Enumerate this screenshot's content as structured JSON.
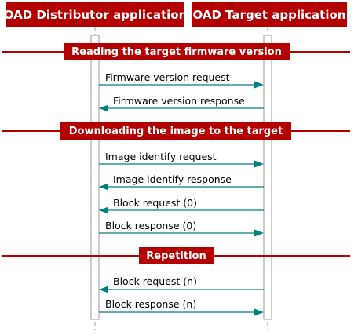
{
  "participants": [
    {
      "label": "OAD Distributor application"
    },
    {
      "label": "OAD Target application"
    }
  ],
  "groups": [
    {
      "title": "Reading the target firmware version",
      "messages": [
        {
          "text": "Firmware version request",
          "direction": "right"
        },
        {
          "text": "Firmware version response",
          "direction": "left"
        }
      ]
    },
    {
      "title": "Downloading the image to the target",
      "messages": [
        {
          "text": "Image identify request",
          "direction": "right"
        },
        {
          "text": "Image identify response",
          "direction": "left"
        },
        {
          "text": "Block request (0)",
          "direction": "left"
        },
        {
          "text": "Block response (0)",
          "direction": "right"
        }
      ]
    },
    {
      "title": "Repetition",
      "messages": [
        {
          "text": "Block request (n)",
          "direction": "left"
        },
        {
          "text": "Block response (n)",
          "direction": "right"
        }
      ]
    }
  ],
  "colors": {
    "header_bg": "#b30000",
    "header_text": "#ffffff",
    "arrow": "#008080",
    "divider": "#b30000",
    "lifeline": "#999999",
    "text": "#000000"
  }
}
